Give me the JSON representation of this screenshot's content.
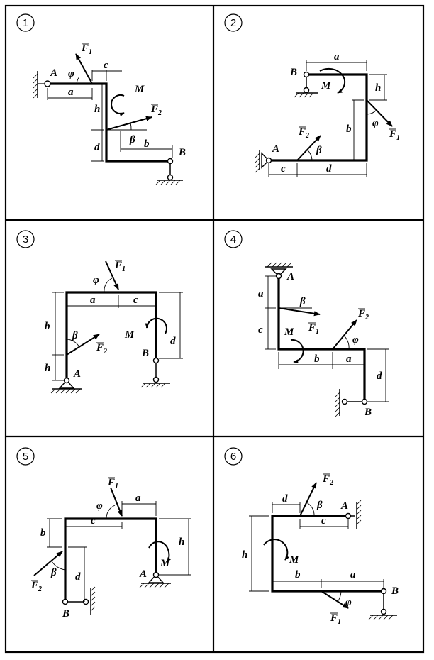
{
  "panels": [
    {
      "number": "1",
      "labels": {
        "A": "A",
        "B": "B",
        "M": "M",
        "F1": "F",
        "F1_sub": "1",
        "F2": "F",
        "F2_sub": "2"
      },
      "dims": {
        "a": "a",
        "b": "b",
        "c": "c",
        "d": "d",
        "h": "h"
      },
      "angles": {
        "phi": "φ",
        "beta": "β"
      }
    },
    {
      "number": "2",
      "labels": {
        "A": "A",
        "B": "B",
        "M": "M",
        "F1": "F",
        "F1_sub": "1",
        "F2": "F",
        "F2_sub": "2"
      },
      "dims": {
        "a": "a",
        "b": "b",
        "c": "c",
        "d": "d",
        "h": "h"
      },
      "angles": {
        "phi": "φ",
        "beta": "β"
      }
    },
    {
      "number": "3",
      "labels": {
        "A": "A",
        "B": "B",
        "M": "M",
        "F1": "F",
        "F1_sub": "1",
        "F2": "F",
        "F2_sub": "2"
      },
      "dims": {
        "a": "a",
        "b": "b",
        "c": "c",
        "d": "d",
        "h": "h"
      },
      "angles": {
        "phi": "φ",
        "beta": "β"
      }
    },
    {
      "number": "4",
      "labels": {
        "A": "A",
        "B": "B",
        "M": "M",
        "F1": "F",
        "F1_sub": "1",
        "F2": "F",
        "F2_sub": "2"
      },
      "dims": {
        "a": "a",
        "b": "b",
        "c": "c",
        "d": "d",
        "a2": "a"
      },
      "angles": {
        "phi": "φ",
        "beta": "β"
      }
    },
    {
      "number": "5",
      "labels": {
        "A": "A",
        "B": "B",
        "M": "M",
        "F1": "F",
        "F1_sub": "1",
        "F2": "F",
        "F2_sub": "2"
      },
      "dims": {
        "a": "a",
        "b": "b",
        "c": "c",
        "d": "d",
        "h": "h"
      },
      "angles": {
        "phi": "φ",
        "beta": "β"
      }
    },
    {
      "number": "6",
      "labels": {
        "A": "A",
        "B": "B",
        "M": "M",
        "F1": "F",
        "F1_sub": "1",
        "F2": "F",
        "F2_sub": "2"
      },
      "dims": {
        "a": "a",
        "b": "b",
        "c": "c",
        "d": "d",
        "h": "h"
      },
      "angles": {
        "phi": "φ",
        "beta": "β"
      }
    }
  ]
}
